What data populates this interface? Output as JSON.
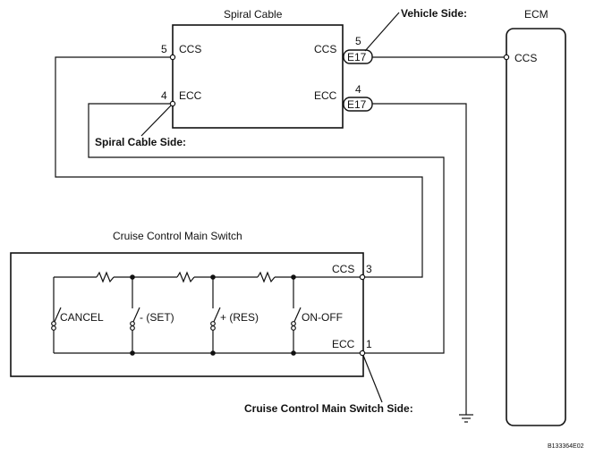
{
  "spiral_cable": {
    "title": "Spiral Cable",
    "ccs_pin": "5",
    "ccs_label_left": "CCS",
    "ccs_label_right": "CCS",
    "ecc_pin": "4",
    "ecc_label_left": "ECC",
    "ecc_label_right": "ECC"
  },
  "connector": {
    "e17_ccs_pin": "5",
    "e17_ecc_pin": "4",
    "ccs_name": "E17",
    "ecc_name": "E17"
  },
  "callouts": {
    "vehicle_side": "Vehicle Side:",
    "spiral_cable_side": "Spiral Cable Side:",
    "switch_side": "Cruise Control Main Switch Side:"
  },
  "ecm": {
    "title": "ECM",
    "ccs_label": "CCS"
  },
  "switch": {
    "title": "Cruise Control Main Switch",
    "ccs_label": "CCS",
    "ccs_pin": "3",
    "ecc_label": "ECC",
    "ecc_pin": "1",
    "switches": [
      "CANCEL",
      "- (SET)",
      "+ (RES)",
      "ON-OFF"
    ]
  },
  "figure_code": "B133364E02"
}
